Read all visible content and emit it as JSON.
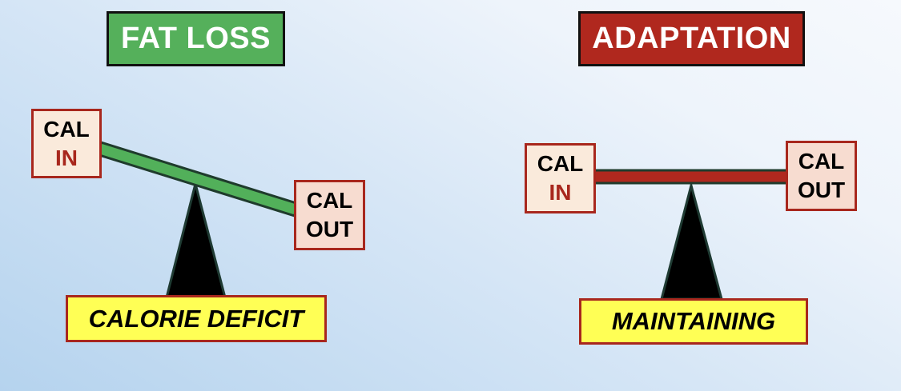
{
  "left": {
    "title": "FAT LOSS",
    "cal_in": {
      "line1": "CAL",
      "line2": "IN"
    },
    "cal_out": {
      "line1": "CAL",
      "line2": "OUT"
    },
    "label": "CALORIE DEFICIT",
    "title_color": "#55b05b",
    "beam_color": "#52b05a"
  },
  "right": {
    "title": "ADAPTATION",
    "cal_in": {
      "line1": "CAL",
      "line2": "IN"
    },
    "cal_out": {
      "line1": "CAL",
      "line2": "OUT"
    },
    "label": "MAINTAINING",
    "title_color": "#b0281e",
    "beam_color": "#b0281e"
  }
}
